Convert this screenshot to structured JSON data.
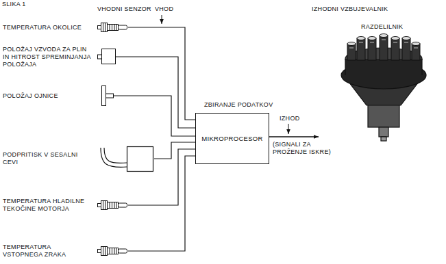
{
  "diagram": {
    "nodes": [
      {
        "text": [
          "TEMPERATURA OKOLICE"
        ]
      },
      {
        "text": [
          "POLOŽAJ VZVODA ZA PLIN IN HITROST SPREMINJANJA POLOŽAJA"
        ]
      },
      {
        "text": [
          "POLOŽAJ OJNICE"
        ]
      },
      {
        "text": [
          "PODPRITISK V SESALNI CEVI"
        ]
      },
      {
        "text": [
          "TEMPERATURA HLADILNE TEKOČINE MOTORJA"
        ]
      },
      {
        "text": [
          "TEMPERATURA VSTOPNEGA ZRAKA"
        ]
      },
      {
        "text": [
          "MIKROPROCESOR"
        ]
      },
      {
        "text": [
          "RAZDELILNIK"
        ]
      }
    ],
    "edges": [
      {
        "from": 0,
        "to": 6,
        "arrow": "none"
      },
      {
        "from": 1,
        "to": 6,
        "arrow": "none"
      },
      {
        "from": 2,
        "to": 6,
        "arrow": "none"
      },
      {
        "from": 3,
        "to": 6,
        "arrow": "none"
      },
      {
        "from": 4,
        "to": 6,
        "arrow": "none"
      },
      {
        "from": 5,
        "to": 6,
        "arrow": "none"
      },
      {
        "from": 6,
        "to": 7,
        "arrow": "to"
      }
    ],
    "labels": [
      "SLIKA 1",
      "VHODNI SENZOR",
      "VHOD",
      "IZHODNI VZBUJEVALNIK",
      "ZBIRANJE PODATKOV",
      "IZHOD",
      "(SIGNALI ZA PROŽENJE ISKRE)"
    ]
  }
}
